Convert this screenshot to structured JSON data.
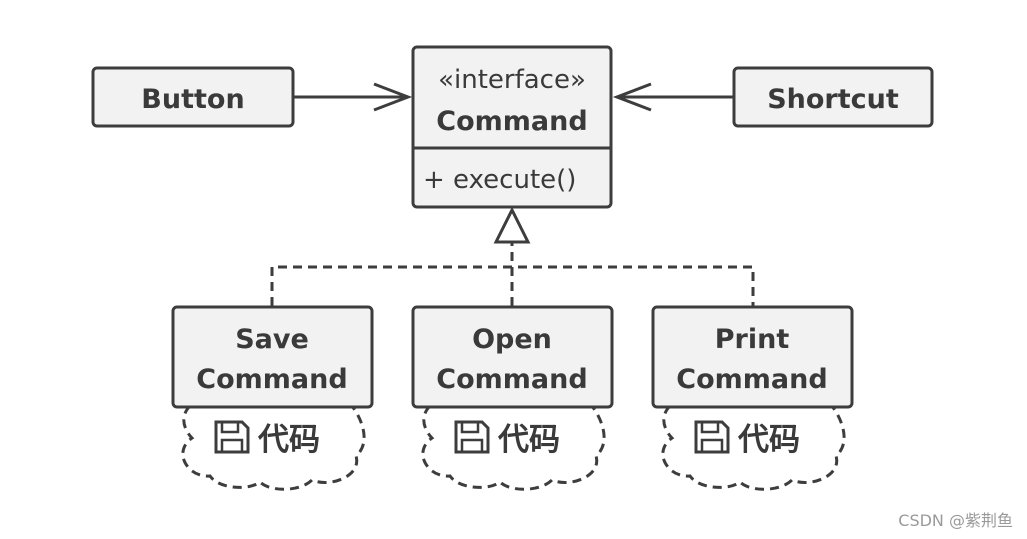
{
  "nodes": {
    "button": {
      "label": "Button"
    },
    "shortcut": {
      "label": "Shortcut"
    },
    "command": {
      "stereotype": "«interface»",
      "name": "Command",
      "method": "+ execute()"
    },
    "save_command": {
      "line1": "Save",
      "line2": "Command",
      "code_label": "代码",
      "code_icon": "floppy-disk-icon"
    },
    "open_command": {
      "line1": "Open",
      "line2": "Command",
      "code_label": "代码",
      "code_icon": "floppy-disk-icon"
    },
    "print_command": {
      "line1": "Print",
      "line2": "Command",
      "code_label": "代码",
      "code_icon": "floppy-disk-icon"
    }
  },
  "edges": [
    {
      "from": "Button",
      "to": "Command",
      "type": "association"
    },
    {
      "from": "Shortcut",
      "to": "Command",
      "type": "association"
    },
    {
      "from": "Save Command",
      "to": "Command",
      "type": "realization"
    },
    {
      "from": "Open Command",
      "to": "Command",
      "type": "realization"
    },
    {
      "from": "Print Command",
      "to": "Command",
      "type": "realization"
    }
  ],
  "watermark": "CSDN @紫荆鱼"
}
